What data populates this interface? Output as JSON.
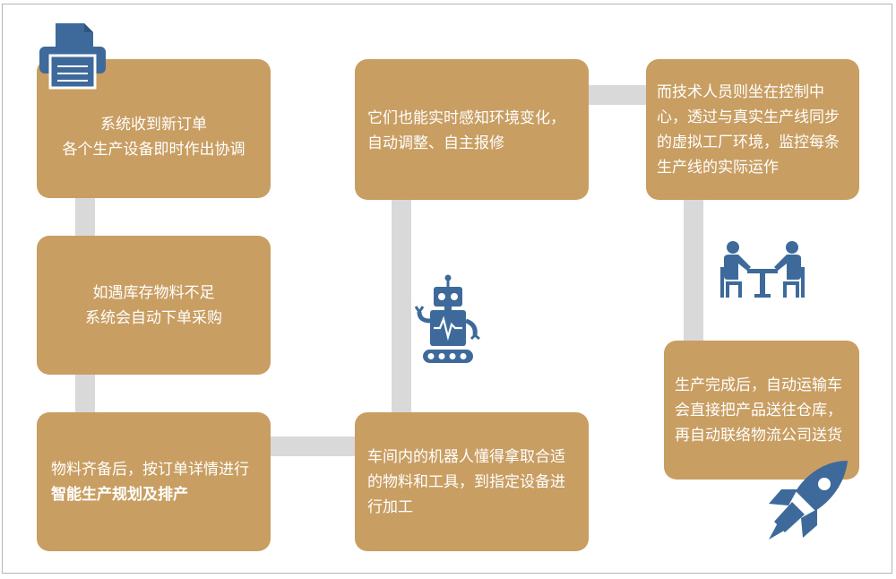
{
  "steps": [
    {
      "line1": "系统收到新订单",
      "line2": "各个生产设备即时作出协调"
    },
    {
      "line1": "如遇库存物料不足",
      "line2": "系统会自动下单采购"
    },
    {
      "text_before": "物料齐备后，按订单详情进行",
      "text_bold": "智能生产规划及排产"
    },
    {
      "text": "车间内的机器人懂得拿取合适的物料和工具，到指定设备进行加工"
    },
    {
      "text": "它们也能实时感知环境变化，自动调整、自主报修"
    },
    {
      "text": "而技术人员则坐在控制中心，透过与真实生产线同步的虚拟工厂环境，监控每条生产线的实际运作"
    },
    {
      "text": "生产完成后，自动运输车会直接把产品送往仓库，再自动联络物流公司送货"
    }
  ],
  "colors": {
    "box": "#c99e62",
    "icon": "#3d6a9a",
    "connector": "#d9d9d9",
    "text": "#ffffff"
  },
  "icons": [
    "printer-icon",
    "robot-icon",
    "meeting-people-icon",
    "rocket-icon"
  ]
}
